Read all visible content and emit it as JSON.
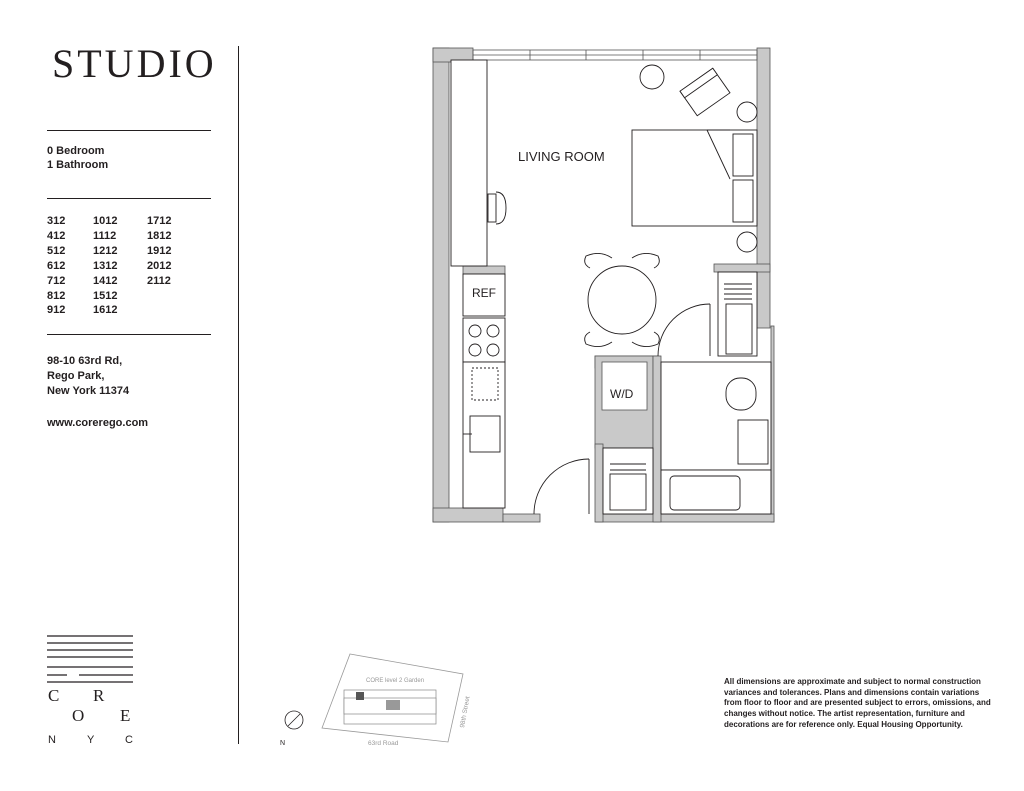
{
  "title": "STUDIO",
  "unit_info": {
    "bedrooms": "0 Bedroom",
    "bathrooms": "1 Bathroom"
  },
  "units": [
    "312",
    "1012",
    "1712",
    "412",
    "1112",
    "1812",
    "512",
    "1212",
    "1912",
    "612",
    "1312",
    "2012",
    "712",
    "1412",
    "2112",
    "812",
    "1512",
    "",
    "912",
    "1612",
    ""
  ],
  "address": {
    "line1": "98-10 63rd Rd,",
    "line2": "Rego Park,",
    "line3": "New York 11374"
  },
  "website": "www.corerego.com",
  "logo": {
    "row1": "C        R",
    "row2": "O        E",
    "row3": "N    Y    C"
  },
  "plan_labels": {
    "living_room": "LIVING ROOM",
    "ref": "REF",
    "wd": "W/D"
  },
  "keyplan": {
    "garden": "CORE level 2 Garden",
    "street_east": "98th Street",
    "street_south": "63rd Road",
    "north": "N"
  },
  "disclaimer": "All dimensions are approximate and subject to normal construction variances and tolerances. Plans and dimensions contain variations from floor to floor and are presented subject to errors, omissions, and changes without notice. The artist representation, furniture and decorations are for reference only. Equal Housing Opportunity."
}
